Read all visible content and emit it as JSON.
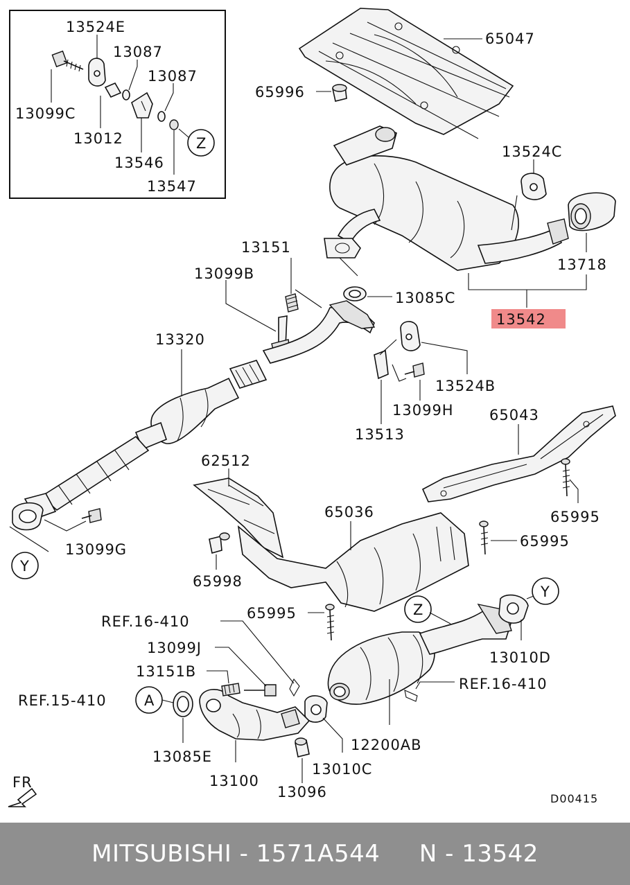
{
  "labels": {
    "p13524E": "13524E",
    "p13087a": "13087",
    "p13087b": "13087",
    "p13099C": "13099C",
    "p13012": "13012",
    "p13546": "13546",
    "p13547": "13547",
    "zInset": "Z",
    "p65047": "65047",
    "p65996": "65996",
    "p13524C": "13524C",
    "p13718": "13718",
    "p13151": "13151",
    "p13099B": "13099B",
    "p13085C": "13085C",
    "p13542": "13542",
    "p13320": "13320",
    "p13524B": "13524B",
    "p13099H": "13099H",
    "p13513": "13513",
    "p65043": "65043",
    "p62512": "62512",
    "p65036": "65036",
    "p65995a": "65995",
    "p65995b": "65995",
    "p65995c": "65995",
    "p13099G": "13099G",
    "yLeft": "Y",
    "p65998": "65998",
    "ref16410a": "REF.16-410",
    "p13099J": "13099J",
    "p13151B": "13151B",
    "ref15410": "REF.15-410",
    "aCircle": "A",
    "p13085E": "13085E",
    "p13100": "13100",
    "p13096": "13096",
    "p13010C": "13010C",
    "p12200AB": "12200AB",
    "ref16410b": "REF.16-410",
    "zMain": "Z",
    "yRight": "Y",
    "p13010D": "13010D",
    "fr": "FR",
    "code": "D00415"
  },
  "footer": {
    "text": "MITSUBISHI - 1571A544     N - 13542"
  },
  "colors": {
    "highlight": "#f08a8a",
    "footer_bg": "#8f8f8f",
    "footer_text": "#ffffff"
  }
}
